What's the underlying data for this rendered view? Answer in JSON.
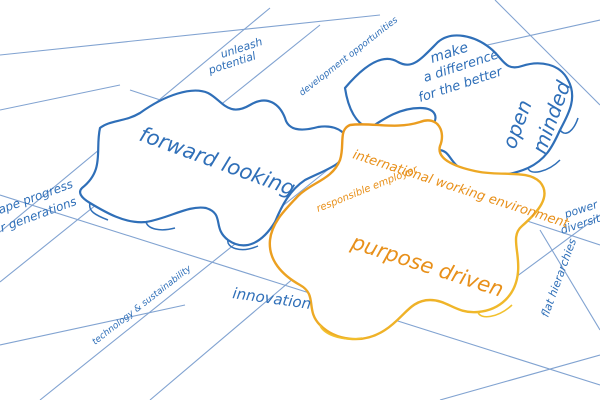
{
  "colors": {
    "blue": "#2f6fb8",
    "orange": "#e8901a",
    "yellow": "#f2c12e",
    "grid": "#6c93c9"
  },
  "labels": {
    "forward_looking": "forward looking",
    "open_minded_line1": "open",
    "open_minded_line2": "minded",
    "make_difference_line1": "make",
    "make_difference_line2": "a difference",
    "make_difference_line3": "for the better",
    "international": "international working environment",
    "responsible_employer": "responsible employer",
    "purpose_driven": "purpose driven",
    "innovation": "innovation",
    "unleash_line1": "unleash",
    "unleash_line2": "potential",
    "development": "development opportunities",
    "technology": "technology & sustainability",
    "flat_hierarchies": "flat hierarchies",
    "power_diversity_line1": "power of",
    "power_diversity_line2": "diversity",
    "progress_line1": "ape progress",
    "progress_line2": "r generations"
  }
}
